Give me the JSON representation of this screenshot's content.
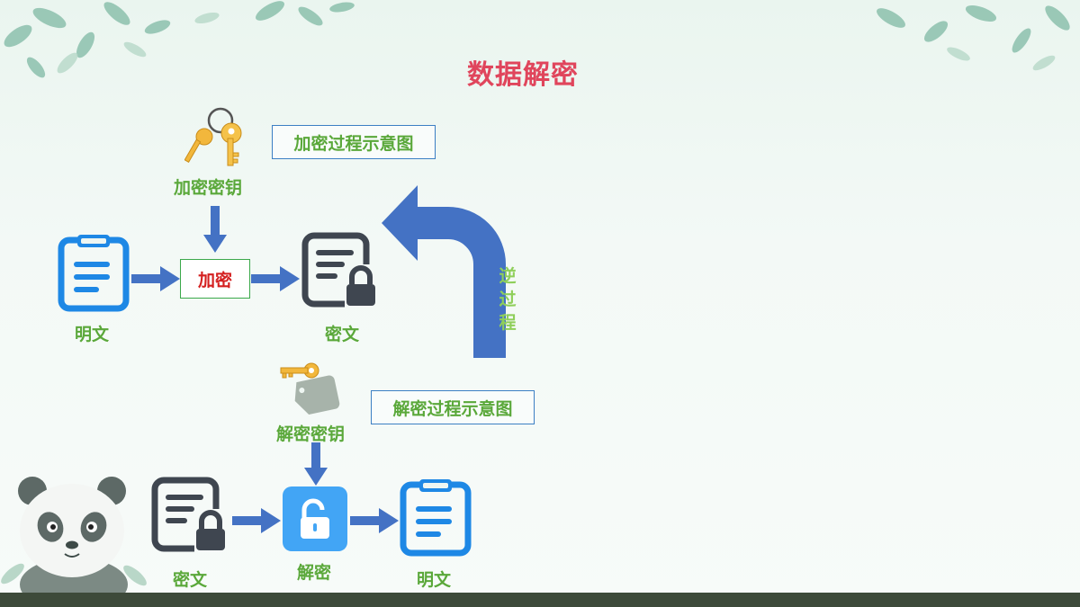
{
  "title": "数据解密",
  "encryption": {
    "key_label": "加密密钥",
    "box_label": "加密过程示意图",
    "plaintext_label": "明文",
    "process_label": "加密",
    "ciphertext_label": "密文"
  },
  "reverse": {
    "chars": [
      "逆",
      "过",
      "程"
    ]
  },
  "decryption": {
    "key_label": "解密密钥",
    "box_label": "解密过程示意图",
    "ciphertext_label": "密文",
    "process_label": "解密",
    "plaintext_label": "明文"
  },
  "colors": {
    "title": "#e0455c",
    "label_green": "#5aa83a",
    "arrow_blue": "#4472c4",
    "doc_blue": "#1e88e5",
    "doc_dark": "#3f4650",
    "unlock_bg": "#42a5f5"
  }
}
